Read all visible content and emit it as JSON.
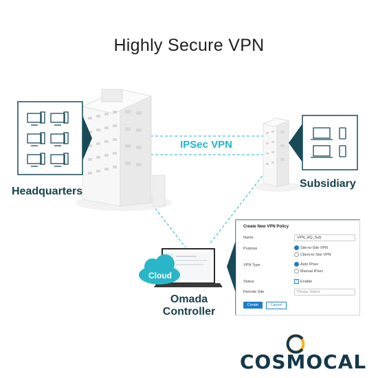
{
  "title": "Highly Secure VPN",
  "vpn_link_label": "IPSec VPN",
  "hq": {
    "label": "Headquarters"
  },
  "subsidiary": {
    "label": "Subsidiary"
  },
  "controller": {
    "cloud_label": "Cloud",
    "label_line1": "Omada",
    "label_line2": "Controller"
  },
  "vpn_form": {
    "title": "Create New VPN Policy",
    "name_label": "Name",
    "name_value": "VPN_HQ_Sub",
    "purpose_label": "Purpose",
    "purpose_options": [
      "Site-to-Site VPN",
      "Client-to-Site VPN"
    ],
    "vpn_type_label": "VPN Type",
    "vpn_type_options": [
      "Auto IPsec",
      "Manual IPsec"
    ],
    "status_label": "Status",
    "status_value": "Enable",
    "remote_site_label": "Remote Site",
    "remote_site_placeholder": "Please Select",
    "create_button": "Create",
    "cancel_button": "Cancel"
  },
  "brand": {
    "logo_text": "COSMOCAL"
  },
  "colors": {
    "accent": "#1eb8c9",
    "dark_teal": "#174b57",
    "button_blue": "#1e7ec8"
  },
  "icons": [
    "desktop-icon",
    "laptop-icon",
    "phone-icon",
    "cloud-icon",
    "building-icon"
  ]
}
